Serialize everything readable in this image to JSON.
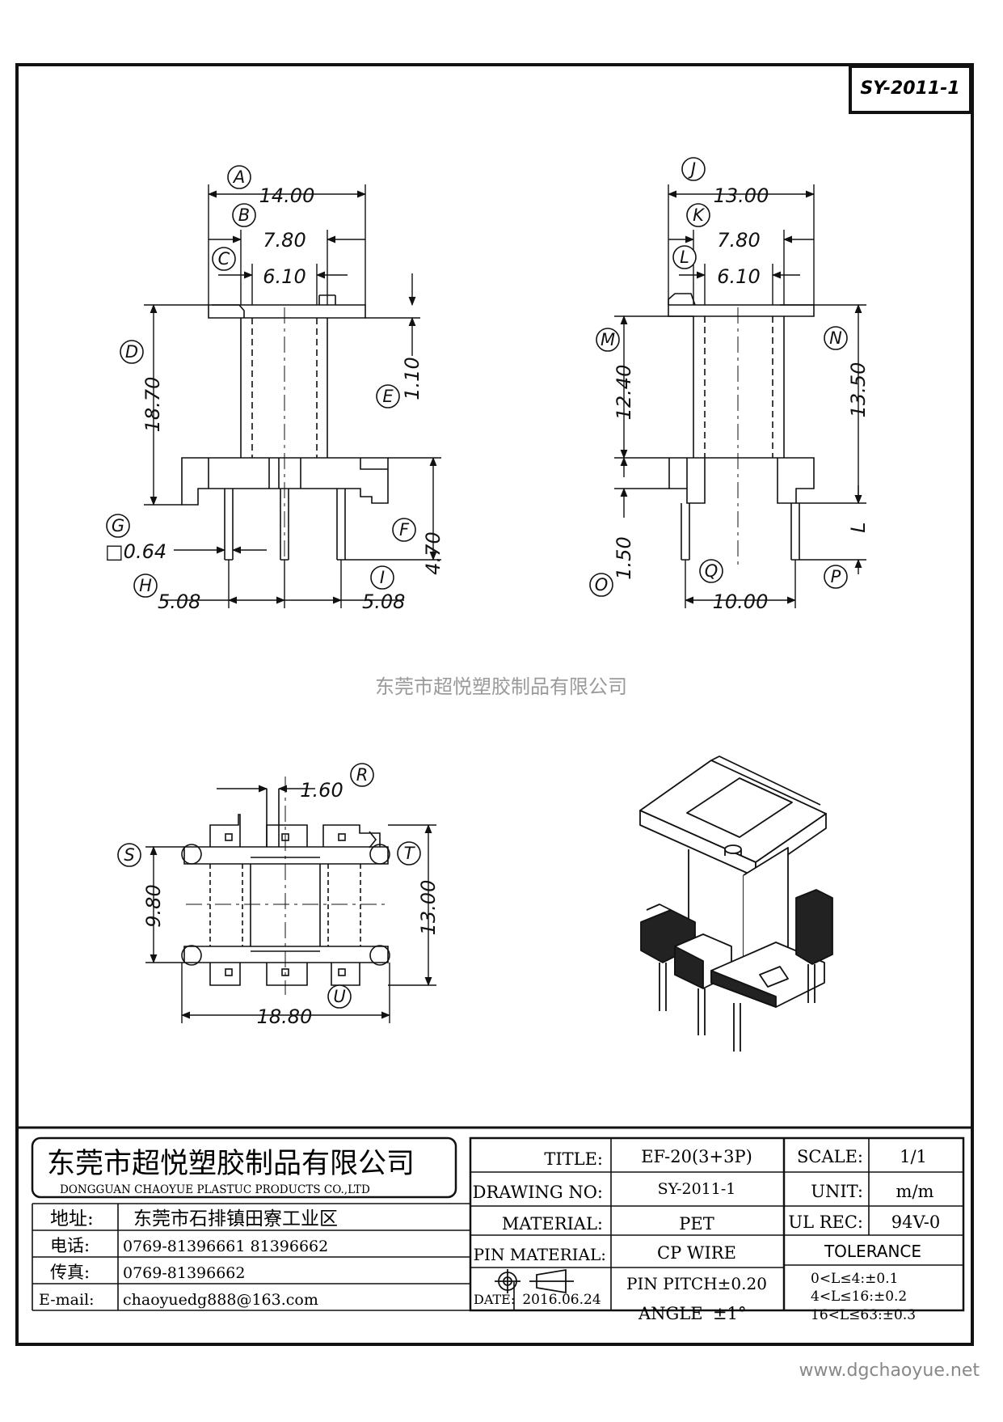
{
  "drawing_code": "SY-2011-1",
  "watermark_cn": "东莞市超悦塑胶制品有限公司",
  "website": "www.dgchaoyue.net",
  "front_view": {
    "A": "14.00",
    "B": "7.80",
    "C": "6.10",
    "D": "18.70",
    "E": "1.10",
    "F": "4.70",
    "G": "□0.64",
    "H": "5.08",
    "I": "5.08"
  },
  "side_view": {
    "J": "13.00",
    "K": "7.80",
    "L": "6.10",
    "M": "12.40",
    "N": "13.50",
    "O": "1.50",
    "P": "L",
    "Q": "10.00"
  },
  "bottom_view": {
    "R": "1.60",
    "S": "9.80",
    "T": "13.00",
    "U": "18.80"
  },
  "labels": [
    "A",
    "B",
    "C",
    "D",
    "E",
    "F",
    "G",
    "H",
    "I",
    "J",
    "K",
    "L",
    "M",
    "N",
    "O",
    "P",
    "Q",
    "R",
    "S",
    "T",
    "U"
  ],
  "title_block": {
    "company_cn": "东莞市超悦塑胶制品有限公司",
    "company_en": "DONGGUAN CHAOYUE PLASTUC PRODUCTS CO.,LTD",
    "address_label": "地址:",
    "address": "东莞市石排镇田寮工业区",
    "phone_label": "电话:",
    "phone": "0769-81396661   81396662",
    "fax_label": "传真:",
    "fax": "0769-81396662",
    "email_label": "E-mail:",
    "email": "chaoyuedg888@163.com",
    "title_label": "TITLE:",
    "title": "EF-20(3+3P)",
    "drawing_no_label": "DRAWING NO:",
    "drawing_no": "SY-2011-1",
    "material_label": "MATERIAL:",
    "material": "PET",
    "pin_material_label": "PIN MATERIAL:",
    "pin_material": "CP WIRE",
    "pin_pitch": "PIN PITCH±0.20",
    "angle_label": "ANGLE",
    "angle": "±1°",
    "date_label": "DATE:",
    "date": "2016.06.24",
    "scale_label": "SCALE:",
    "scale": "1/1",
    "unit_label": "UNIT:",
    "unit": "m/m",
    "ul_label": "UL REC:",
    "ul": "94V-0",
    "tolerance_label": "TOLERANCE",
    "tolerances": [
      "0<L≤4:±0.1",
      "4<L≤16:±0.2",
      "16<L≤63:±0.3"
    ]
  }
}
